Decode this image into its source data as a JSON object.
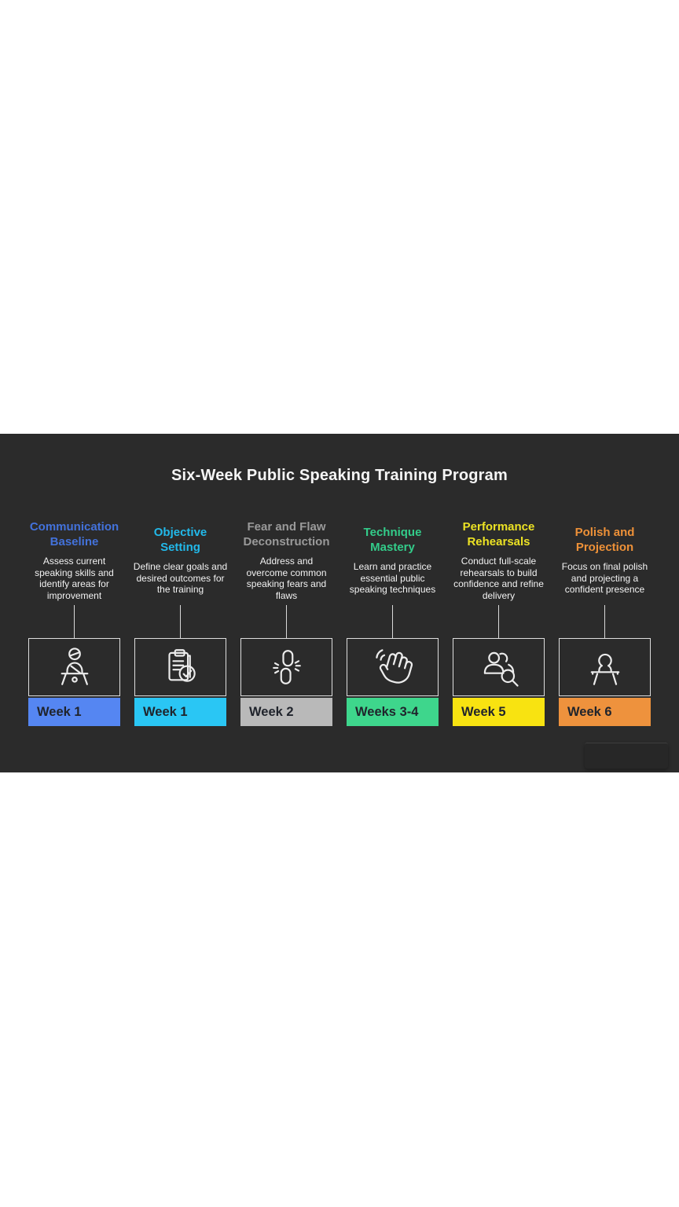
{
  "panel": {
    "title": "Six-Week Public Speaking Training Program",
    "background": "#2b2b2b",
    "title_color": "#f5f5f5",
    "description_color": "#f2f2f2",
    "connector_color": "#d9d9d9",
    "box_border_color": "#dedede",
    "icon_stroke_color": "#ececec",
    "week_text_color": "#20242c"
  },
  "columns": [
    {
      "heading": "Communication Baseline",
      "heading_color": "#4372db",
      "description": "Assess current speaking skills and identify areas for improvement",
      "icon": "presenter-at-desk-icon",
      "week_label": "Week 1",
      "week_color": "#5586f2"
    },
    {
      "heading": "Objective Setting",
      "heading_color": "#22b9ea",
      "description": "Define clear goals and desired outcomes for the training",
      "icon": "clipboard-check-icon",
      "week_label": "Week 1",
      "week_color": "#2ac6f4"
    },
    {
      "heading": "Fear and Flaw Deconstruction",
      "heading_color": "#9a9a9a",
      "description": "Address and overcome common speaking fears and flaws",
      "icon": "broken-chain-icon",
      "week_label": "Week 2",
      "week_color": "#b9b9b9"
    },
    {
      "heading": "Technique Mastery",
      "heading_color": "#33cc8a",
      "description": "Learn and practice essential public speaking techniques",
      "icon": "waving-hand-icon",
      "week_label": "Weeks 3-4",
      "week_color": "#3ed68c"
    },
    {
      "heading": "Performance Rehearsals",
      "heading_color": "#ece224",
      "description": "Conduct full-scale rehearsals to build confidence and refine delivery",
      "icon": "audience-search-icon",
      "week_label": "Week 5",
      "week_color": "#f8e311"
    },
    {
      "heading": "Polish and Projection",
      "heading_color": "#ee9138",
      "description": "Focus on final polish and projecting a confident presence",
      "icon": "speaker-at-lectern-icon",
      "week_label": "Week 6",
      "week_color": "#ee923d"
    }
  ]
}
